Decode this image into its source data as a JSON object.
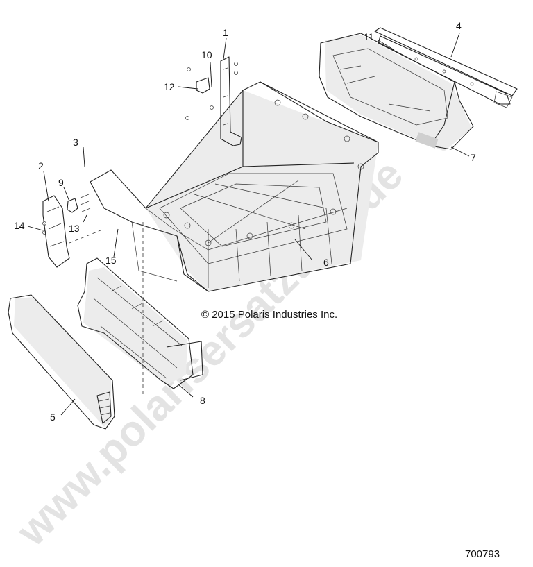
{
  "diagram": {
    "copyright": "© 2015 Polaris Industries Inc.",
    "document_number": "700793",
    "watermark": "www.polarisersatzteile.de",
    "callouts": {
      "c1": "1",
      "c2": "2",
      "c3": "3",
      "c4": "4",
      "c5": "5",
      "c6": "6",
      "c7": "7",
      "c8": "8",
      "c9": "9",
      "c10": "10",
      "c11": "11",
      "c12": "12",
      "c13": "13",
      "c14": "14",
      "c15": "15"
    }
  }
}
